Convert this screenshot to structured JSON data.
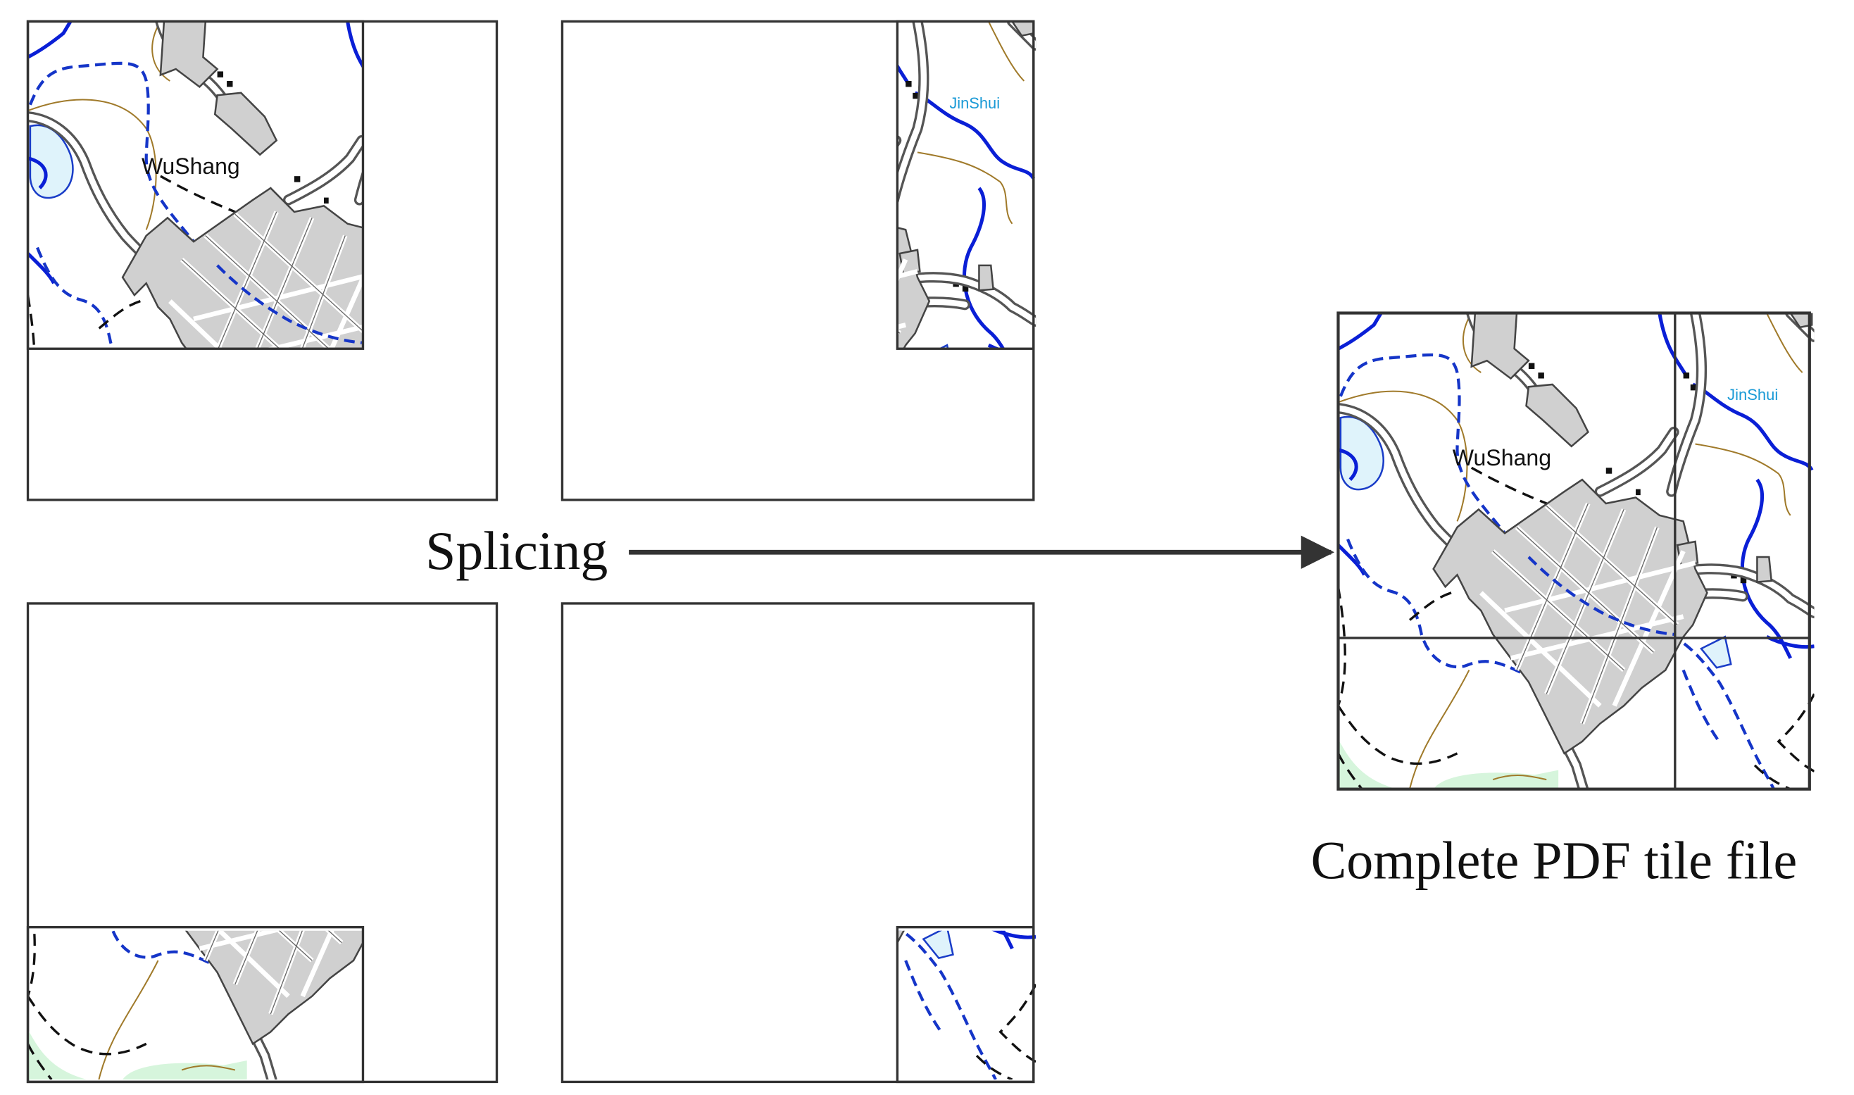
{
  "diagram": {
    "arrow_label": "Splicing",
    "result_caption": "Complete PDF tile file"
  },
  "map_labels": {
    "town": "WuShang",
    "river": "JinShui"
  },
  "colors": {
    "frame": "#333333",
    "river": "#0a1fd6",
    "stream_dashed": "#1535c8",
    "road_fill": "#ffffff",
    "road_edge": "#555555",
    "block_fill": "#d0d0d0",
    "lake_fill": "#dff3fb",
    "green_fill": "#d6f5dc",
    "contour": "#a07a2a",
    "label_river": "#1a9ad6",
    "boundary": "#111111"
  }
}
